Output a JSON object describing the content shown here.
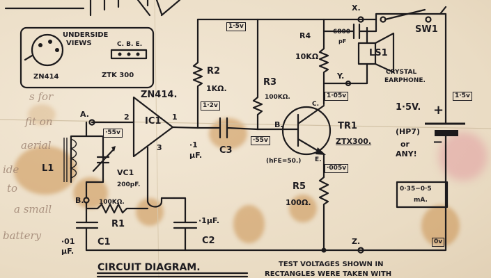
{
  "labels": {
    "underside": "UNDERSIDE",
    "views": "VIEWS",
    "ic_part": "ZN414",
    "cbe": "C.  B.  E.",
    "tr_part": "ZTK 300",
    "ic_title": "ZN414.",
    "ic_ref": "IC1",
    "pin2": "2",
    "pin1": "1",
    "pin3": "3",
    "node_a": "A.",
    "node_b": "B.",
    "node_x": "X.",
    "node_y": "Y.",
    "node_z": "Z.",
    "l1": "L1",
    "vc1": "VC1",
    "vc1_val": "200pF.",
    "r1_val": "100KΩ.",
    "r1": "R1",
    "c1_val_a": "·01",
    "c1_val_b": "μF.",
    "c1": "C1",
    "c2_val": "·1μF.",
    "c2": "C2",
    "r2": "R2",
    "r2_val": "1KΩ.",
    "c3_val_a": "·1",
    "c3_val_b": "μF.",
    "c3": "C3",
    "r3": "R3",
    "r3_val": "100KΩ.",
    "base": "B.",
    "collector": "C.",
    "emitter": "E.",
    "hfe": "(hFE=50.)",
    "tr1": "TR1",
    "tr_model": "ZTX300.",
    "r4": "R4",
    "r4_val": "10KΩ",
    "c4_val": "6800",
    "c4_unit": "pF",
    "ls1": "LS1",
    "crystal": "CRYSTAL",
    "earphone": "EARPHONE.",
    "sw1": "SW1",
    "r5": "R5",
    "r5_val": "100Ω.",
    "batt_v": "1·5V.",
    "batt_hp": "(HP7)",
    "batt_or": "or",
    "batt_any": "ANY!",
    "plus": "+",
    "minus": "−",
    "current_a": "0·35−0·5",
    "current_b": "mA.",
    "title": "CIRCUIT  DIAGRAM.",
    "note": "TEST  VOLTAGES  SHOWN  IN",
    "note2": "RECTANGLES  WERE  TAKEN  WITH"
  },
  "test_voltages": {
    "top_rail": "1·5v",
    "ic_in": "·55v",
    "ic_out": "1·2v",
    "base": "·55v",
    "collector": "1·05v",
    "emitter": "·005v",
    "battery": "1·5v",
    "zero": "0v"
  },
  "margin_notes": [
    "s for",
    "fit on",
    "aerial",
    "a small",
    "battery",
    "ide",
    "to"
  ]
}
